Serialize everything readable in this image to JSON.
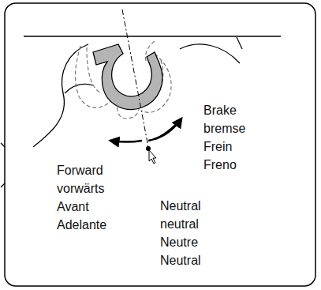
{
  "diagram": {
    "labels": [
      "Brake bremse Frein Freno",
      "Forward vorwärts Avant Adelante",
      "Neutral neutral Neutre Neutral"
    ]
  }
}
